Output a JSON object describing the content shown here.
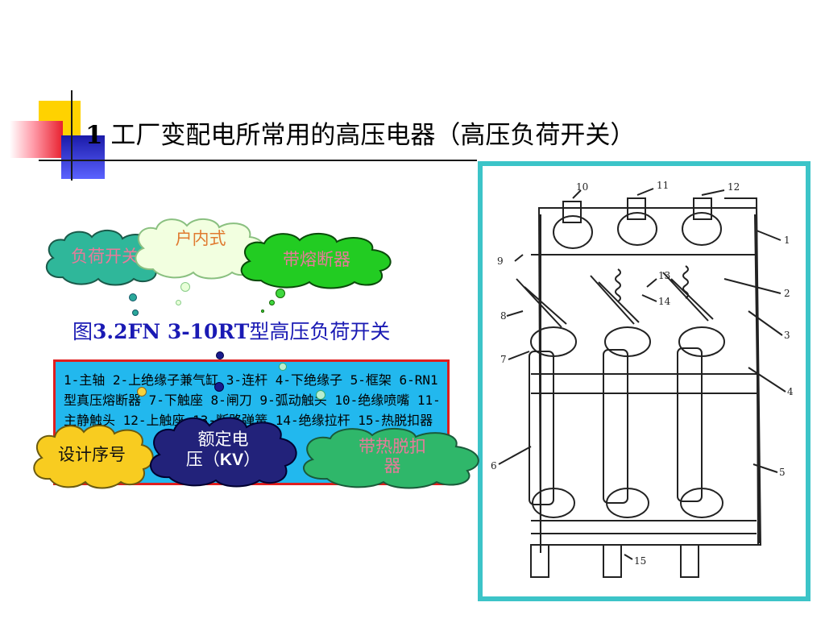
{
  "slide": {
    "title_num": "1",
    "title_text": " 工厂变配电所常用的高压电器（高压负荷开关）"
  },
  "caption": {
    "prefix": "图",
    "code": "3.2FN 3-10RT",
    "suffix": "型高压负荷开关"
  },
  "legend": {
    "text": "1-主轴  2-上绝缘子兼气缸  3-连杆  4-下绝缘子  5-框架  6-RN1型真压熔断器  7-下触座  8-闸刀  9-弧动触头  10-绝缘喷嘴  11-主静触头  12-上触座  13-断路弹簧  14-绝缘拉杆  15-热脱扣器"
  },
  "clouds": {
    "load": "负荷开关",
    "indoor": "户内式",
    "fuse": "带熔断器",
    "design": "设计序号",
    "voltage_a": "额定电",
    "voltage_b": "压（",
    "voltage_kv": "KV",
    "voltage_c": "）",
    "thermal": "带热脱扣器"
  },
  "photo": {
    "labels": [
      "10",
      "11",
      "12",
      "1",
      "2",
      "3",
      "4",
      "5",
      "6",
      "7",
      "8",
      "9",
      "13",
      "14",
      "15"
    ]
  },
  "colors": {
    "accent_teal": "#3cc4c8",
    "legend_bg": "#22b8ee",
    "legend_border": "#e01e1e",
    "caption_blue": "#1a1ab4"
  }
}
